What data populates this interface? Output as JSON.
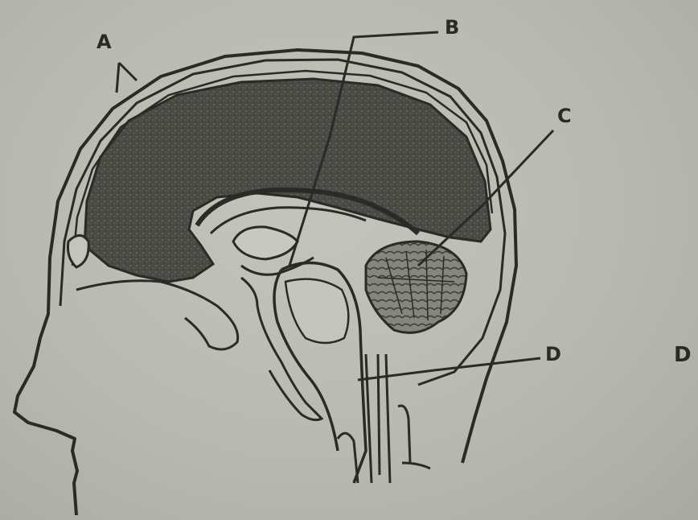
{
  "labels": {
    "a": "A",
    "b": "B",
    "c": "C",
    "d": "D",
    "margin_mark": "D"
  },
  "colors": {
    "ink": "#2a2a26",
    "paper": "#bcbeb5",
    "cerebrum_fill": "#3e3f39",
    "cerebellum_fill": "#6d6e66"
  }
}
